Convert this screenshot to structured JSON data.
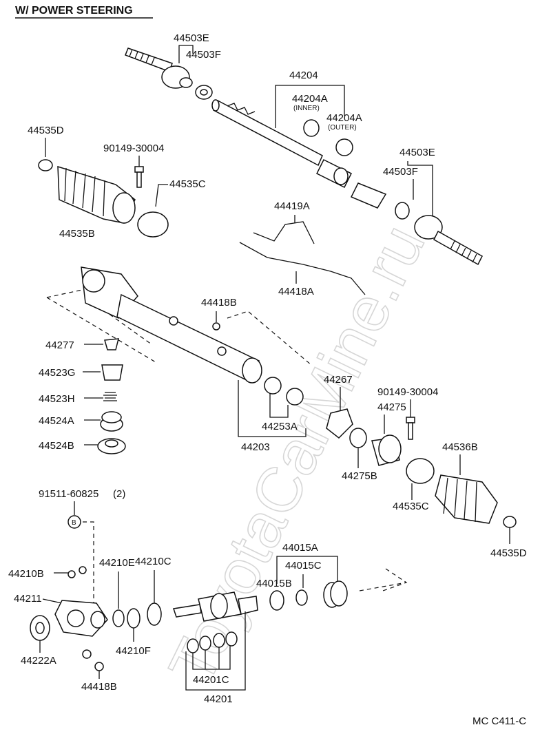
{
  "title": "W/ POWER STEERING",
  "watermark": "ToyotaCarMine.ru",
  "footer_code": "MC C411-C",
  "labels": {
    "l44503E_top": "44503E",
    "l44503F_top": "44503F",
    "l44204": "44204",
    "l44204A_inner": "44204A",
    "inner": "(INNER)",
    "l44204A_outer": "44204A",
    "outer": "(OUTER)",
    "l44535D_top": "44535D",
    "l90149_top": "90149-30004",
    "l44535C_top": "44535C",
    "l44535B": "44535B",
    "l44503E_right": "44503E",
    "l44503F_right": "44503F",
    "l44419A": "44419A",
    "l44418A": "44418A",
    "l44418B_top": "44418B",
    "l44277": "44277",
    "l44523G": "44523G",
    "l44523H": "44523H",
    "l44524A": "44524A",
    "l44524B": "44524B",
    "l44253A": "44253A",
    "l44203": "44203",
    "l44267": "44267",
    "l90149_right": "90149-30004",
    "l44275": "44275",
    "l44536B": "44536B",
    "l44275B": "44275B",
    "l44535C_bottom": "44535C",
    "l44535D_bottom": "44535D",
    "l91511": "91511-60825",
    "qty2": "(2)",
    "bolt_b": "B",
    "l44210B": "44210B",
    "l44210E": "44210E",
    "l44210C": "44210C",
    "l44211": "44211",
    "l44222A": "44222A",
    "l44210F": "44210F",
    "l44418B_bottom": "44418B",
    "l44015A": "44015A",
    "l44015B": "44015B",
    "l44015C": "44015C",
    "l44201C": "44201C",
    "l44201": "44201"
  }
}
